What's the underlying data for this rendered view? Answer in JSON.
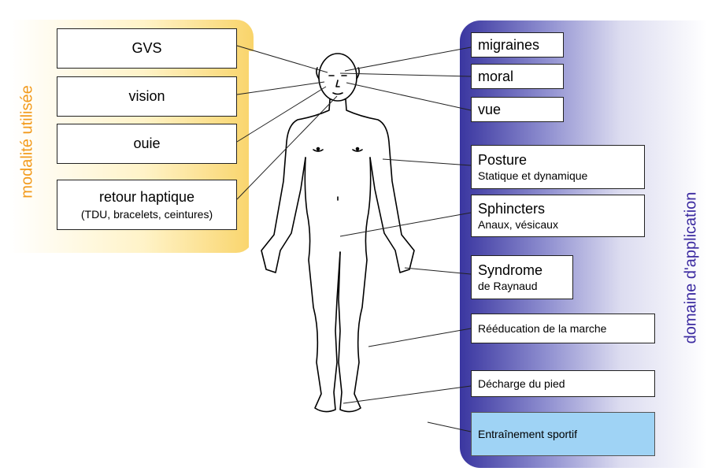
{
  "left_panel": {
    "title": "modalité utilisée",
    "items": [
      {
        "main": "GVS",
        "sub": ""
      },
      {
        "main": "vision",
        "sub": ""
      },
      {
        "main": "ouie",
        "sub": ""
      },
      {
        "main": "retour haptique",
        "sub": "(TDU, bracelets, ceintures)"
      }
    ]
  },
  "right_panel": {
    "title": "domaine d'application",
    "items": [
      {
        "main": "migraines",
        "sub": ""
      },
      {
        "main": "moral",
        "sub": ""
      },
      {
        "main": "vue",
        "sub": ""
      },
      {
        "main": "Posture",
        "sub": "Statique et dynamique"
      },
      {
        "main": "Sphincters",
        "sub": "Anaux, vésicaux"
      },
      {
        "main": "Syndrome",
        "sub": "de Raynaud"
      },
      {
        "main": "Rééducation de la marche",
        "sub": ""
      },
      {
        "main": "Décharge du pied",
        "sub": ""
      },
      {
        "main": "Entraînement sportif",
        "sub": ""
      }
    ]
  },
  "colors": {
    "left_accent": "#f29a1c",
    "right_accent": "#3b2aa0",
    "highlight_box": "#9fd3f5"
  }
}
